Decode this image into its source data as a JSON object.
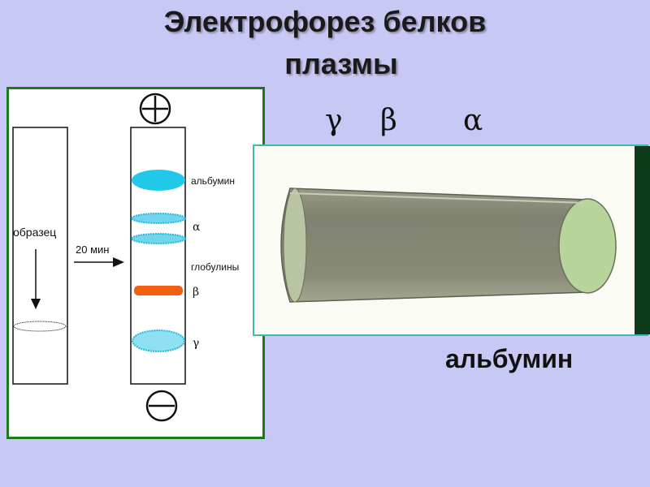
{
  "title": {
    "line1": "Электрофорез белков",
    "line2": "плазмы"
  },
  "left_diagram": {
    "sample_label": "образец",
    "time_label": "20 мин",
    "fractions": {
      "albumin": "альбумин",
      "alpha": "α",
      "globulins": "глобулины",
      "beta": "β",
      "gamma": "γ"
    },
    "anode_symbol": "plus-circle-icon",
    "cathode_symbol": "minus-circle-icon"
  },
  "greek_letters": {
    "gamma": "γ",
    "beta": "β",
    "alpha": "α"
  },
  "albumin_caption": "альбумин",
  "colors": {
    "background": "#c8c8f4",
    "panel_border": "#1a7a1a",
    "albumin_band": "#22c8e8",
    "beta_band": "#f06010",
    "tube_frame": "#3dbda8"
  }
}
